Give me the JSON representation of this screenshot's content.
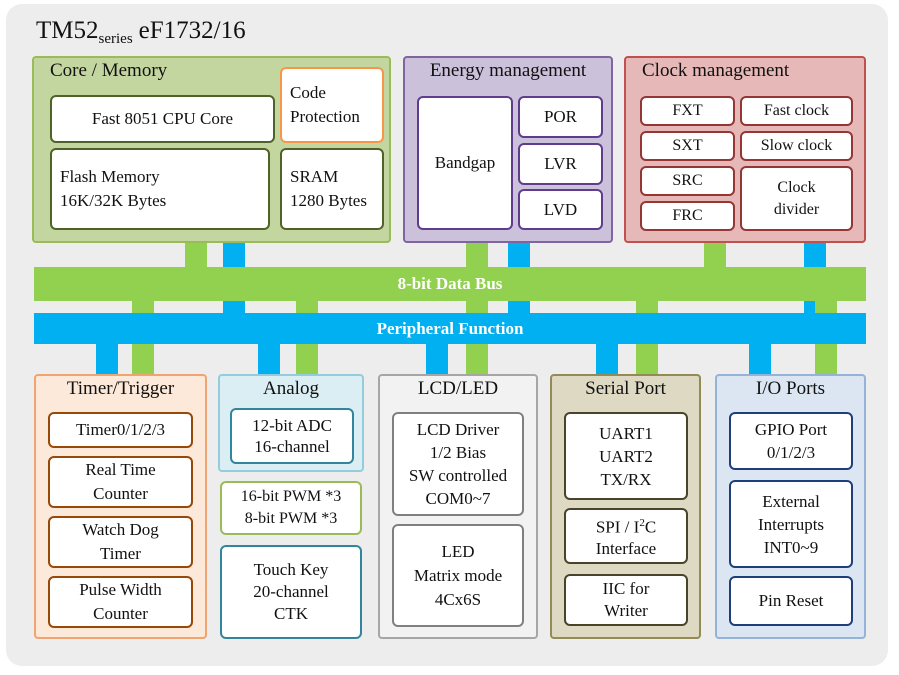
{
  "title": {
    "main": "TM52",
    "sub": "series",
    "model": "eF1732/16"
  },
  "colors": {
    "bus_green": "#92d050",
    "bus_blue": "#00b0f0"
  },
  "core": {
    "heading": "Core / Memory",
    "cpu": "Fast 8051 CPU Core",
    "code_protection": [
      "Code",
      "Protection"
    ],
    "flash": [
      "Flash Memory",
      "16K/32K Bytes"
    ],
    "sram": [
      "SRAM",
      "1280 Bytes"
    ]
  },
  "energy": {
    "heading": "Energy management",
    "bandgap": "Bandgap",
    "por": "POR",
    "lvr": "LVR",
    "lvd": "LVD"
  },
  "clock": {
    "heading": "Clock management",
    "fxt": "FXT",
    "sxt": "SXT",
    "src": "SRC",
    "frc": "FRC",
    "fast": "Fast clock",
    "slow": "Slow clock",
    "divider": [
      "Clock",
      "divider"
    ]
  },
  "bus": {
    "data": "8-bit Data Bus",
    "peripheral": "Peripheral Function"
  },
  "timer": {
    "heading": "Timer/Trigger",
    "t0123": "Timer0/1/2/3",
    "rtc": [
      "Real Time",
      "Counter"
    ],
    "wdt": [
      "Watch Dog",
      "Timer"
    ],
    "pwc": [
      "Pulse Width",
      "Counter"
    ]
  },
  "analog": {
    "heading": "Analog",
    "adc": [
      "12-bit ADC",
      "16-channel"
    ],
    "pwm": [
      "16-bit PWM *3",
      "8-bit PWM *3"
    ],
    "touch": [
      "Touch Key",
      "20-channel",
      "CTK"
    ]
  },
  "lcd": {
    "heading": "LCD/LED",
    "driver": [
      "LCD Driver",
      "1/2 Bias",
      "SW controlled",
      "COM0~7"
    ],
    "led": [
      "LED",
      "Matrix mode",
      "4Cx6S"
    ]
  },
  "serial": {
    "heading": "Serial Port",
    "uart": [
      "UART1",
      "UART2",
      "TX/RX"
    ],
    "spi_a": "SPI / I",
    "spi_sup": "2",
    "spi_b": "C",
    "spi_c": "Interface",
    "iic": [
      "IIC for",
      "Writer"
    ]
  },
  "io": {
    "heading": "I/O Ports",
    "gpio": [
      "GPIO Port",
      "0/1/2/3"
    ],
    "ext": [
      "External",
      "Interrupts",
      "INT0~9"
    ],
    "reset": "Pin Reset"
  }
}
